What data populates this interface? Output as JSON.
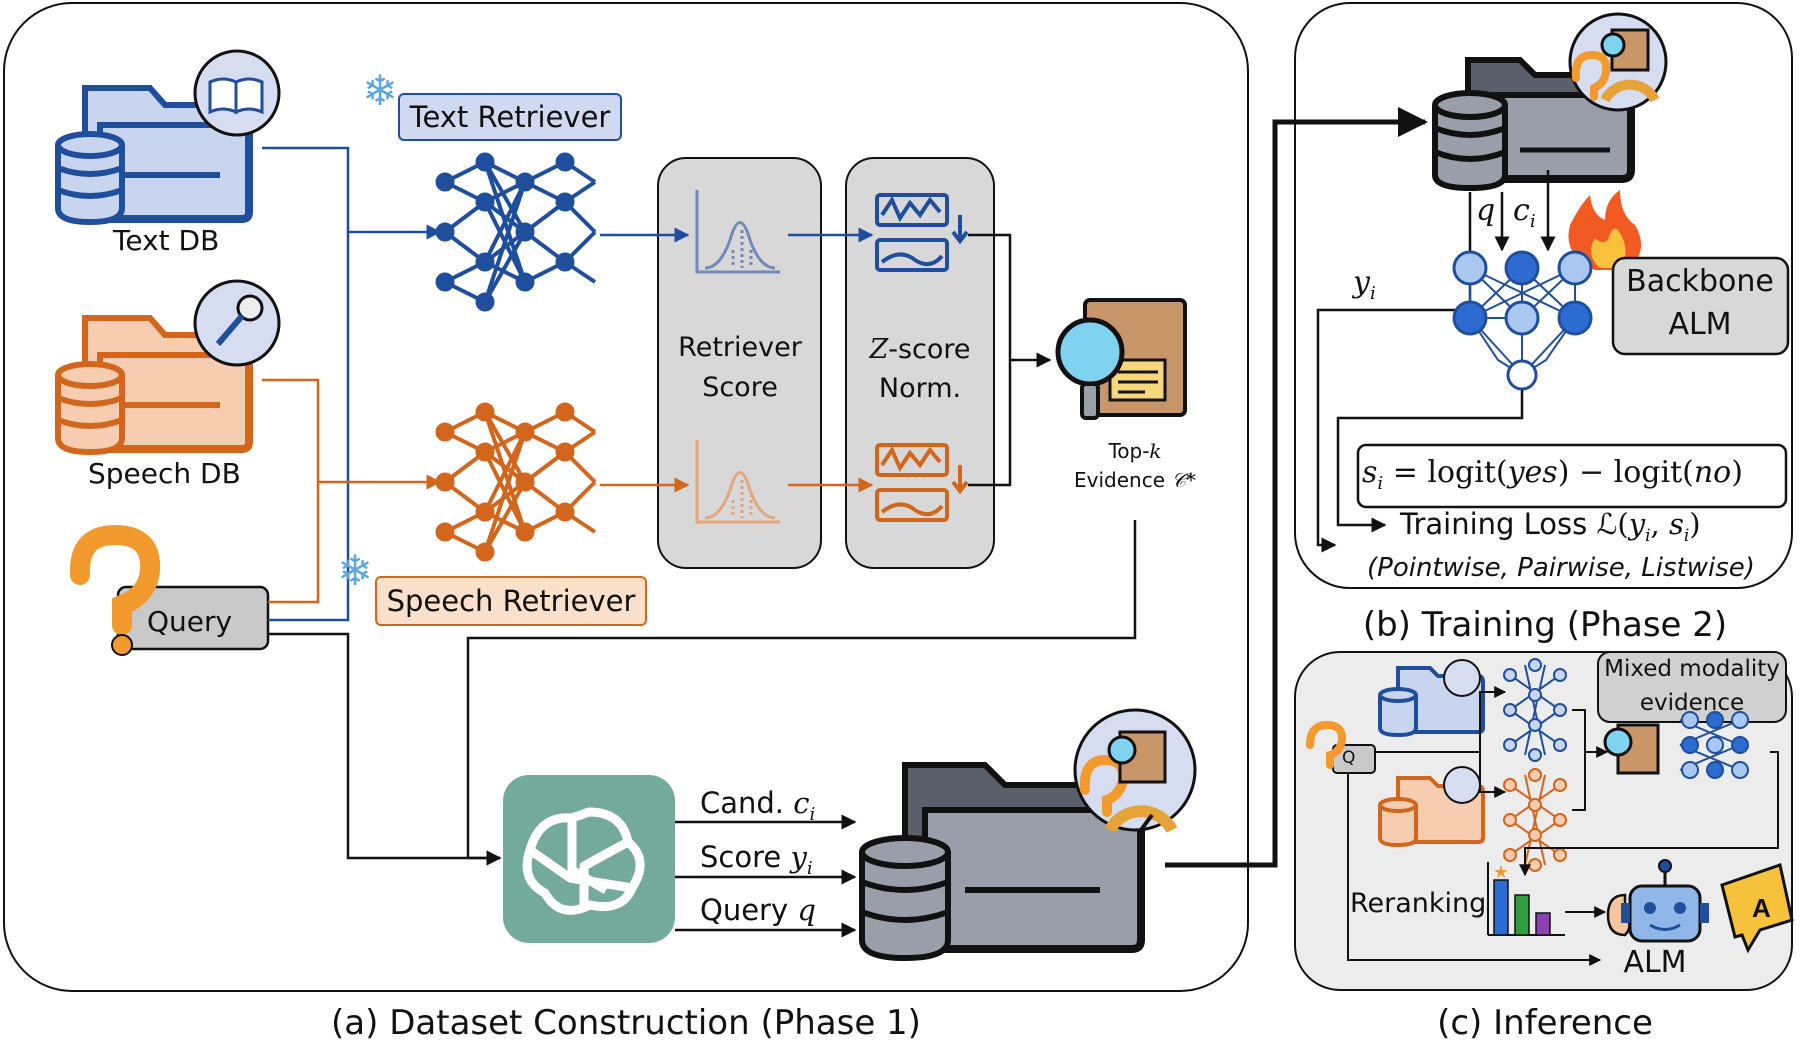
{
  "phase1": {
    "caption": "(a) Dataset Construction (Phase 1)",
    "text_db": "Text DB",
    "speech_db": "Speech DB",
    "query": "Query",
    "text_retriever": "Text Retriever",
    "speech_retriever": "Speech Retriever",
    "retriever_score": [
      "Retriever",
      "Score"
    ],
    "zscore": {
      "var": "Z",
      "rest": "-score",
      "line2": "Norm."
    },
    "topk": {
      "l1a": "Top-",
      "l1b": "k",
      "l2a": "Evidence ",
      "l2b": "𝒞*"
    },
    "outputs": {
      "cand": "Cand.",
      "cand_var": "c",
      "cand_sub": "i",
      "score": "Score",
      "score_var": "y",
      "score_sub": "i",
      "query": "Query",
      "query_var": "q"
    }
  },
  "phase2": {
    "caption": "(b) Training (Phase 2)",
    "q": "q",
    "c": "c",
    "c_sub": "i",
    "y": "y",
    "y_sub": "i",
    "backbone": [
      "Backbone",
      "ALM"
    ],
    "formula": {
      "s": "s",
      "sub": "i",
      "rest": " = logit(",
      "yes": "yes",
      "mid": ") − logit(",
      "no": "no",
      "end": ")"
    },
    "loss": {
      "a": "Training Loss ",
      "b": "ℒ(",
      "y": "y",
      "c": ", ",
      "s": "s",
      "d": ")",
      "sub": "i"
    },
    "loss_types": "(Pointwise, Pairwise, Listwise)"
  },
  "phase3": {
    "caption": "(c) Inference",
    "mixed": [
      "Mixed modality",
      "evidence"
    ],
    "reranking": "Reranking",
    "alm": "ALM",
    "q": "Q"
  },
  "colors": {
    "blue": "#1f4e9c",
    "blue_light": "#c9d5ee",
    "orange": "#d2661d",
    "orange_light": "#f6cdb0",
    "gray_panel": "#d8d8d8",
    "dark_gray": "#7f8490",
    "gpt_green": "#74aa9c"
  }
}
